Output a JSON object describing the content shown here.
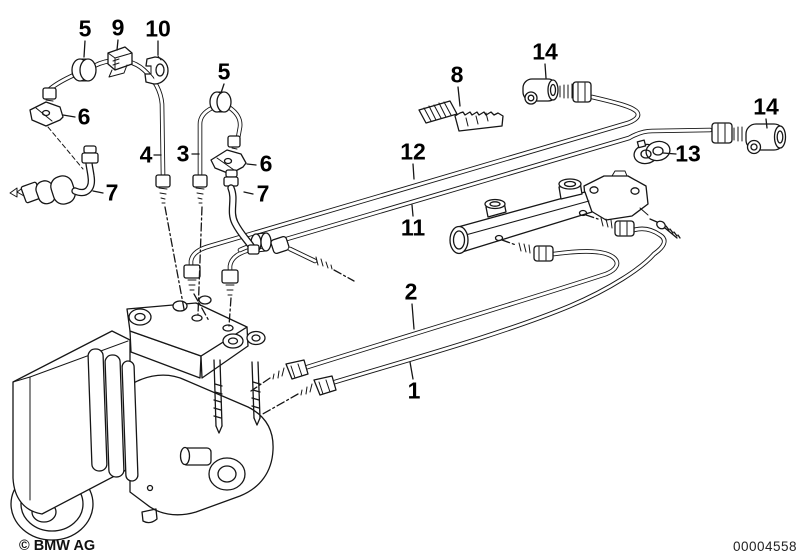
{
  "diagram": {
    "type": "parts-diagram",
    "subject": "Brake pipe front / ABS hydraulic unit with master cylinder and brake lines",
    "callouts": [
      {
        "ref": "5",
        "part": "grommet-left"
      },
      {
        "ref": "9",
        "part": "clip"
      },
      {
        "ref": "10",
        "part": "holder-clip"
      },
      {
        "ref": "5",
        "part": "grommet-right"
      },
      {
        "ref": "6",
        "part": "bracket-left"
      },
      {
        "ref": "4",
        "part": "pipe"
      },
      {
        "ref": "3",
        "part": "pipe"
      },
      {
        "ref": "6",
        "part": "bracket-right"
      },
      {
        "ref": "7",
        "part": "hose-left"
      },
      {
        "ref": "7",
        "part": "hose-right"
      },
      {
        "ref": "8",
        "part": "cable-holder"
      },
      {
        "ref": "12",
        "part": "pipe-long-upper"
      },
      {
        "ref": "11",
        "part": "pipe-long-lower"
      },
      {
        "ref": "14",
        "part": "connector-left"
      },
      {
        "ref": "14",
        "part": "connector-right"
      },
      {
        "ref": "13",
        "part": "clamp"
      },
      {
        "ref": "2",
        "part": "pipe-master-cylinder-upper"
      },
      {
        "ref": "1",
        "part": "pipe-master-cylinder-lower"
      }
    ],
    "footer": {
      "copyright": "© BMW AG",
      "image_number": "00004558"
    },
    "colors": {
      "line": "#161616",
      "background": "#ffffff"
    }
  }
}
